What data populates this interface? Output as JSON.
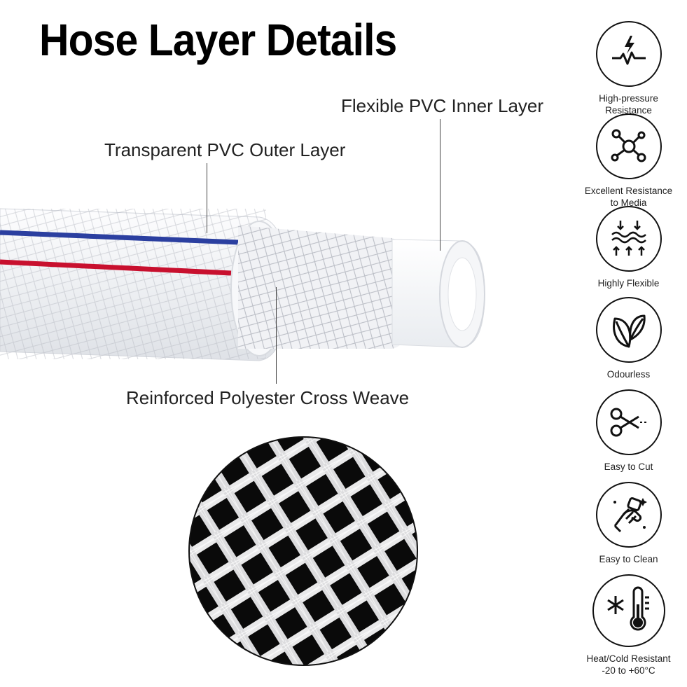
{
  "title": "Hose Layer Details",
  "layers": {
    "outer": "Transparent PVC Outer Layer",
    "inner": "Flexible PVC Inner Layer",
    "weave": "Reinforced Polyester Cross Weave"
  },
  "features": [
    {
      "icon": "lightning-pulse-icon",
      "line1": "High-pressure",
      "line2": "Resistance"
    },
    {
      "icon": "molecule-icon",
      "line1": "Excellent Resistance",
      "line2": "to Media"
    },
    {
      "icon": "flex-waves-icon",
      "line1": "Highly Flexible",
      "line2": ""
    },
    {
      "icon": "leaves-icon",
      "line1": "Odourless",
      "line2": ""
    },
    {
      "icon": "scissors-icon",
      "line1": "Easy to Cut",
      "line2": ""
    },
    {
      "icon": "cleaning-hand-icon",
      "line1": "Easy to Clean",
      "line2": ""
    },
    {
      "icon": "thermometer-snowflake-icon",
      "line1": "Heat/Cold Resistant",
      "line2": "-20 to +60°C"
    }
  ],
  "colors": {
    "stripe_blue": "#2b3fa0",
    "stripe_red": "#c8102e",
    "hose_white": "#f4f4f6",
    "weave_black": "#0a0a0a"
  }
}
